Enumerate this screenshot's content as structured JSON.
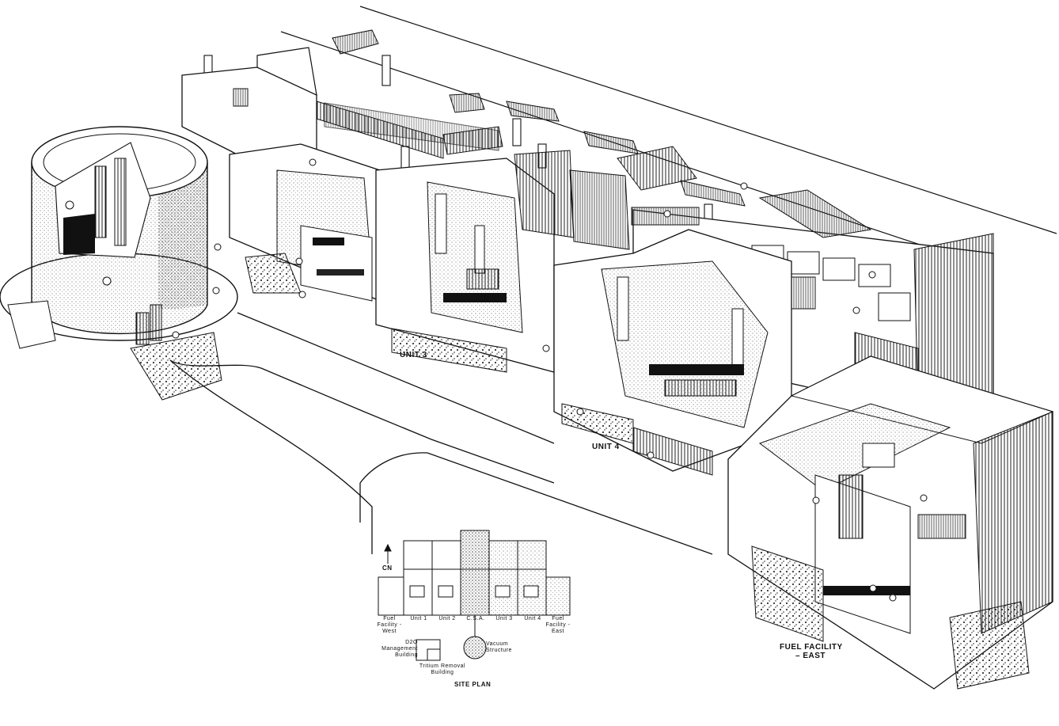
{
  "diagram": {
    "labels": {
      "unit3": "UNIT 3",
      "unit4": "UNIT 4",
      "fuel_east_1": "FUEL FACILITY",
      "fuel_east_2": "– EAST"
    },
    "site_plan": {
      "title": "SITE PLAN",
      "north": "CN",
      "columns": [
        "Fuel Facility - West",
        "Unit 1",
        "Unit 2",
        "C.S.A.",
        "Unit 3",
        "Unit 4",
        "Fuel Facility - East"
      ],
      "d2o_building": "D2O Management Building",
      "tritium_building": "Tritium Removal Building",
      "vacuum_structure": "Vacuum Structure"
    }
  }
}
